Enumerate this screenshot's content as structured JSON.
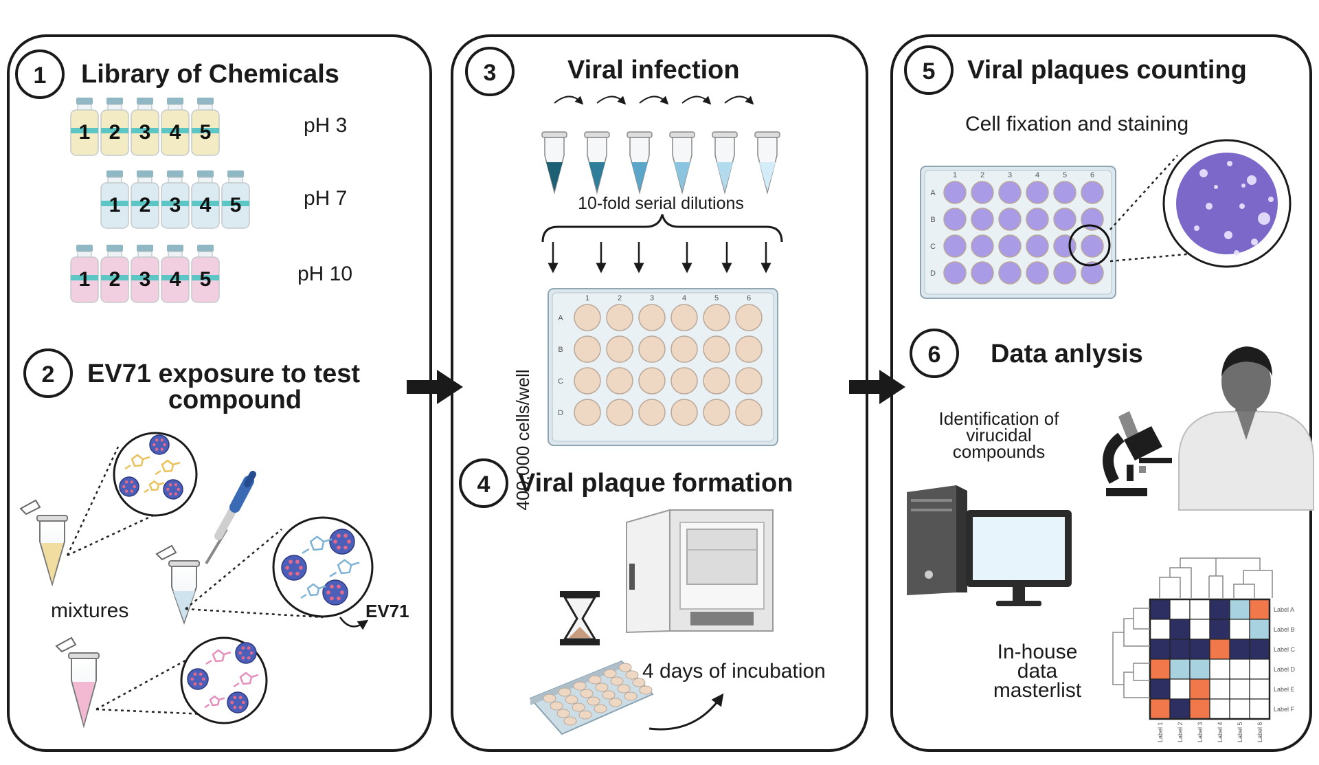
{
  "panels": {
    "p1": {
      "num": "1",
      "title": "Library of Chemicals",
      "rows": [
        {
          "label": "pH 3",
          "color": "#f3ebc4"
        },
        {
          "label": "pH 7",
          "color": "#dcebf2"
        },
        {
          "label": "pH 10",
          "color": "#f2cfe0"
        }
      ],
      "vials": [
        "1",
        "2",
        "3",
        "4",
        "5"
      ]
    },
    "p2": {
      "num": "2",
      "title_line1": "EV71 exposure to test",
      "title_line2": "compound",
      "mixtures_label": "mixtures",
      "virus_label": "EV71"
    },
    "p3": {
      "num": "3",
      "title": "Viral infection",
      "dilution_label": "10-fold serial dilutions",
      "cells_label": "400,000 cells/well",
      "cols": [
        "1",
        "2",
        "3",
        "4",
        "5",
        "6"
      ],
      "rows": [
        "A",
        "B",
        "C",
        "D"
      ]
    },
    "p4": {
      "num": "4",
      "title": "Viral plaque formation",
      "incubation_label": "4 days of incubation"
    },
    "p5": {
      "num": "5",
      "title": "Viral plaques counting",
      "subtitle": "Cell fixation and staining",
      "cols": [
        "1",
        "2",
        "3",
        "4",
        "5",
        "6"
      ],
      "rows": [
        "A",
        "B",
        "C",
        "D"
      ]
    },
    "p6": {
      "num": "6",
      "title": "Data anlysis",
      "ident_line1": "Identification of",
      "ident_line2": "virucidal",
      "ident_line3": "compounds",
      "inhouse_line1": "In-house",
      "inhouse_line2": "data",
      "inhouse_line3": "masterlist",
      "heatmap_row_labels": [
        "Label A",
        "Label B",
        "Label C",
        "Label D",
        "Label E",
        "Label F"
      ],
      "heatmap_col_labels": [
        "Label 1",
        "Label 2",
        "Label 3",
        "Label 4",
        "Label 5",
        "Label 6"
      ]
    }
  },
  "colors": {
    "well_beige": "#efd8c3",
    "well_purple": "#a99be6",
    "navy": "#2d2f63",
    "orange": "#f0784a",
    "lightblue": "#a8d2e0"
  }
}
